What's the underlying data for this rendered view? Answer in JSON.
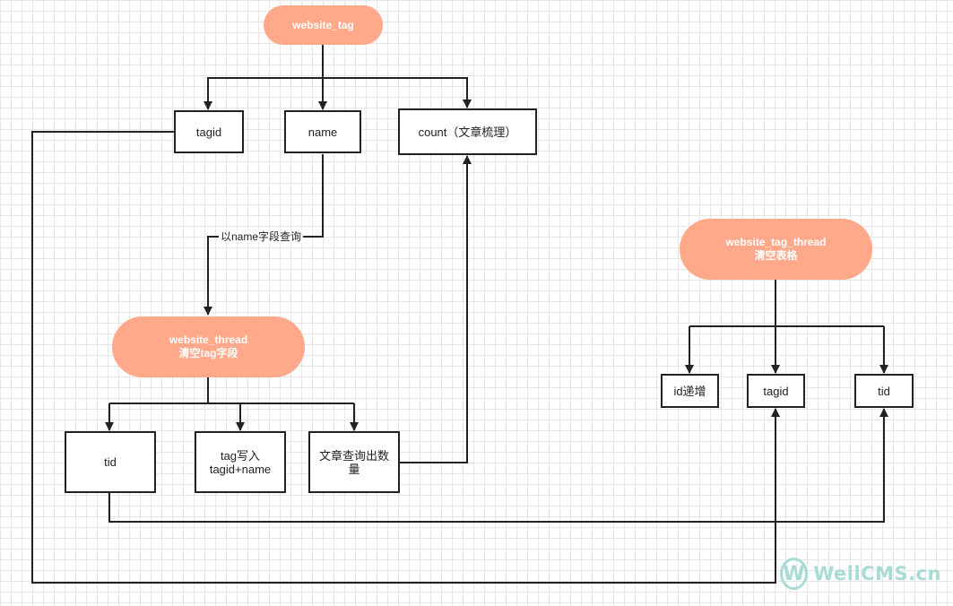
{
  "nodes": {
    "website_tag": {
      "label": "website_tag"
    },
    "tagid_top": {
      "label": "tagid"
    },
    "name_top": {
      "label": "name"
    },
    "count_top": {
      "label": "count（文章梳理）"
    },
    "website_thread": {
      "line1": "website_thread",
      "line2": "清空tag字段"
    },
    "tid_mid": {
      "label": "tid"
    },
    "tag_write": {
      "line1": "tag写入",
      "line2": "tagid+name"
    },
    "article_count": {
      "line1": "文章查询出数",
      "line2": "量"
    },
    "website_tag_thread": {
      "line1": "website_tag_thread",
      "line2": "清空表格"
    },
    "id_inc": {
      "label": "id递增"
    },
    "tagid_right": {
      "label": "tagid"
    },
    "tid_right": {
      "label": "tid"
    }
  },
  "edge_labels": {
    "query_by_name": "以name字段查询"
  },
  "colors": {
    "pill": "#ffa98a",
    "stroke": "#222222",
    "grid": "#e6e6e6",
    "watermark": "#a9dbd6"
  },
  "watermark": {
    "icon": "W",
    "text": "WellCMS.cn"
  }
}
